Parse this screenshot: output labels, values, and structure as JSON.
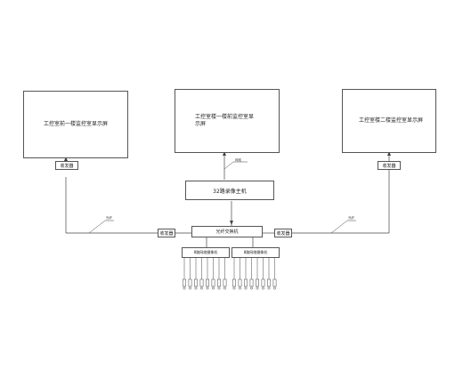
{
  "screens": {
    "left": "工控室前一楼监控室显示屏",
    "center": "工控室楼一楼前监控室显示屏",
    "right": "工控室楼二楼监控室显示屏"
  },
  "receivers": {
    "left_top": "收发器",
    "right_top": "收发器",
    "left_bottom": "收发器",
    "right_bottom": "收发器"
  },
  "host": "32路录像主机",
  "switch": "光纤交换机",
  "cam_groups": [
    "8路网络摄像机",
    "8路网络摄像机"
  ],
  "labels": {
    "fiber_left": "光纤",
    "fiber_right": "光纤",
    "net": "网线"
  }
}
